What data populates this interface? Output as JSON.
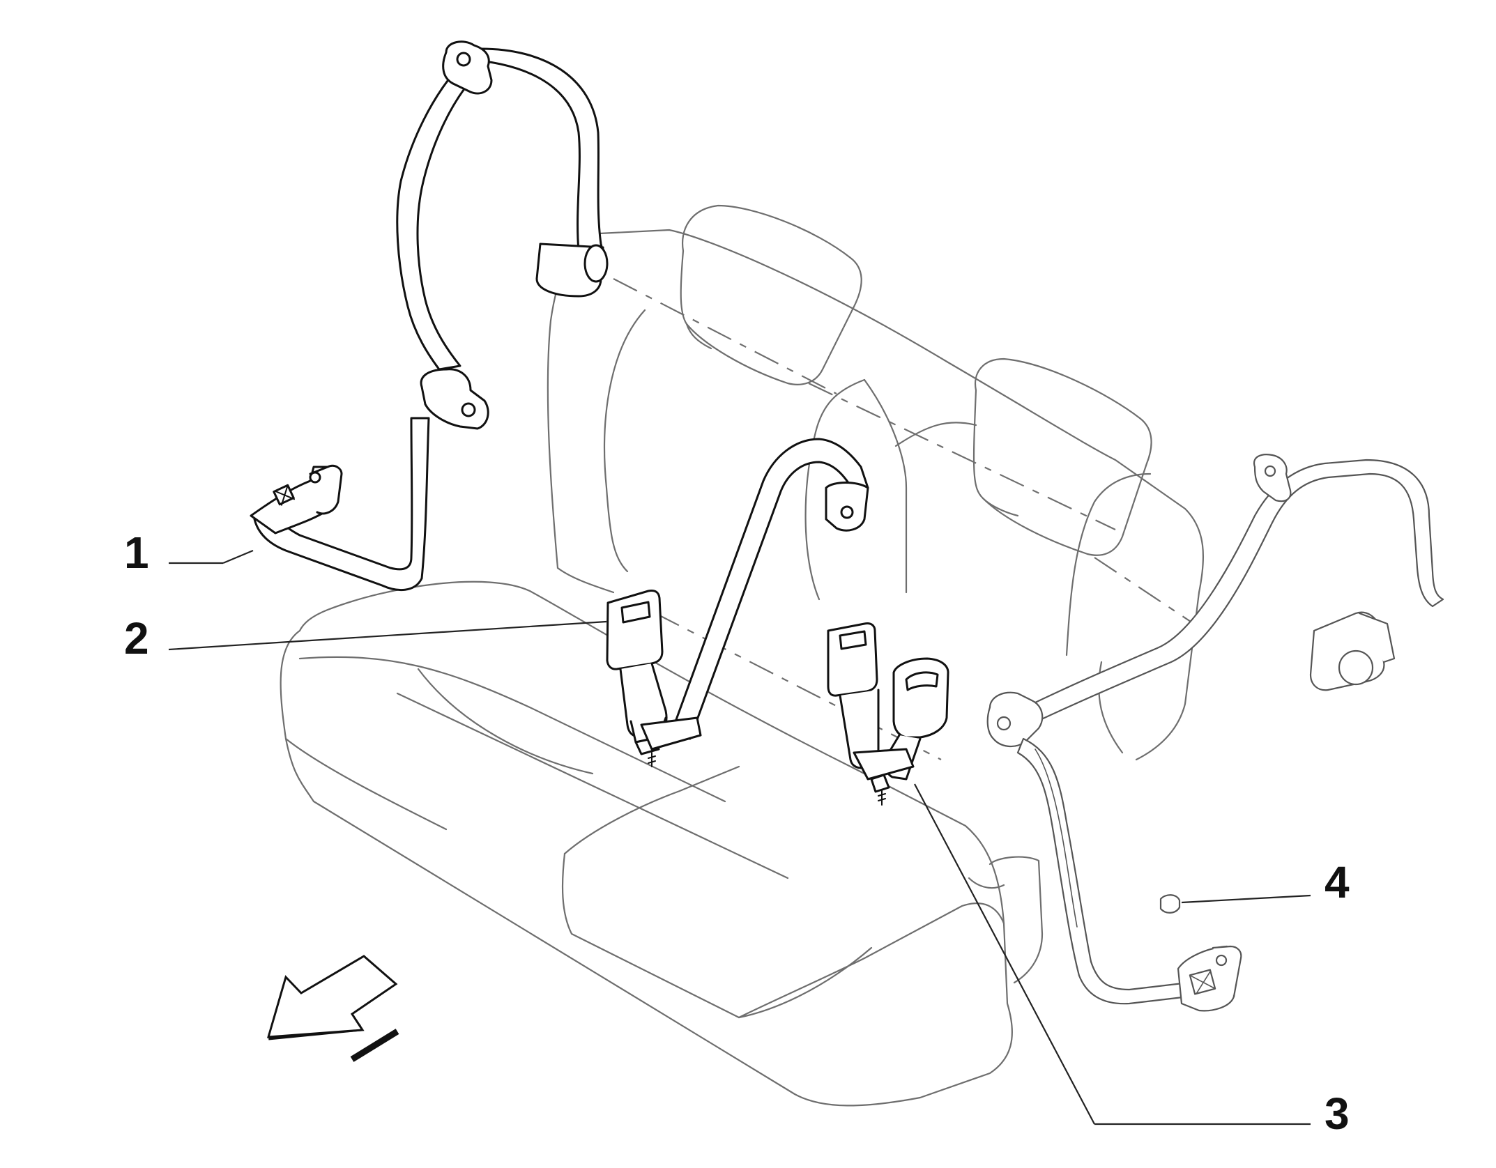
{
  "callouts": [
    {
      "label": "1"
    },
    {
      "label": "2"
    },
    {
      "label": "3"
    },
    {
      "label": "4"
    }
  ],
  "colors": {
    "line_dark": "#111111",
    "line_ghost": "#6e6e6e",
    "background": "#ffffff"
  },
  "icons": {
    "direction_arrow": "front-direction-arrow-icon"
  }
}
